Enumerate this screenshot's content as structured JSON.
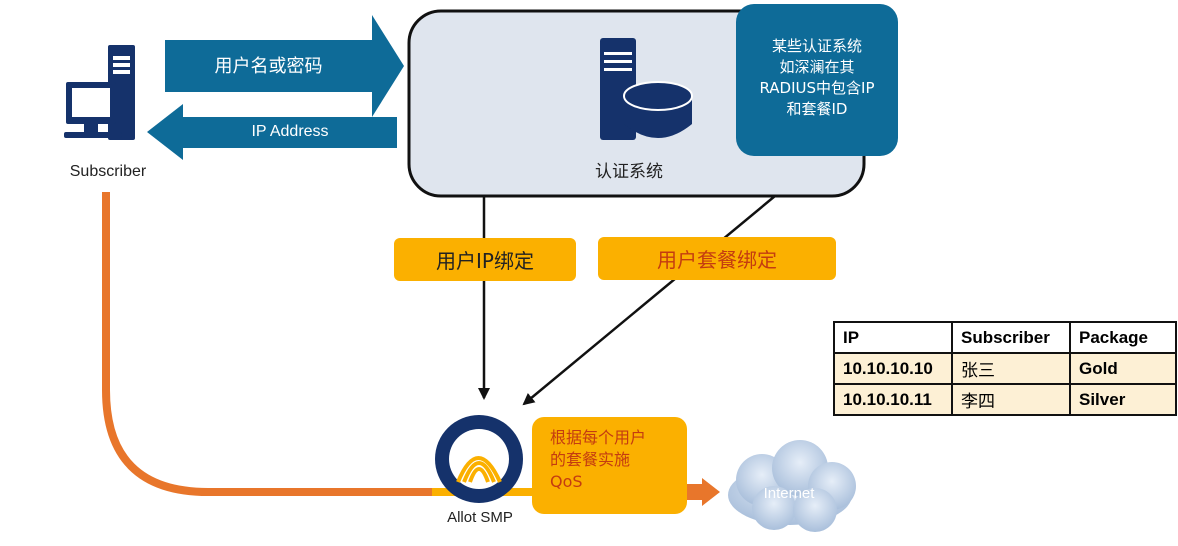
{
  "subscriber": {
    "label": "Subscriber"
  },
  "arrows": {
    "credentials_label": "用户名或密码",
    "ip_address_label": "IP Address"
  },
  "auth_system": {
    "label": "认证系统",
    "note_lines": [
      "某些认证系统",
      "如深澜在其",
      "RADIUS中包含IP",
      "和套餐ID"
    ]
  },
  "bindings": {
    "user_ip_label": "用户IP绑定",
    "user_package_label": "用户套餐绑定"
  },
  "smp": {
    "label": "Allot SMP",
    "qos_lines": [
      "根据每个用户",
      "的套餐实施",
      "QoS"
    ]
  },
  "internet": {
    "label": "Internet"
  },
  "table": {
    "headers": [
      "IP",
      "Subscriber",
      "Package"
    ],
    "rows": [
      [
        "10.10.10.10",
        "张三",
        "Gold"
      ],
      [
        "10.10.10.11",
        "李四",
        "Silver"
      ]
    ]
  },
  "colors": {
    "blue": "#0e6b98",
    "navy": "#15326b",
    "orange_line": "#e8762b",
    "amber": "#fbb000",
    "panel": "#dfe5ee"
  }
}
